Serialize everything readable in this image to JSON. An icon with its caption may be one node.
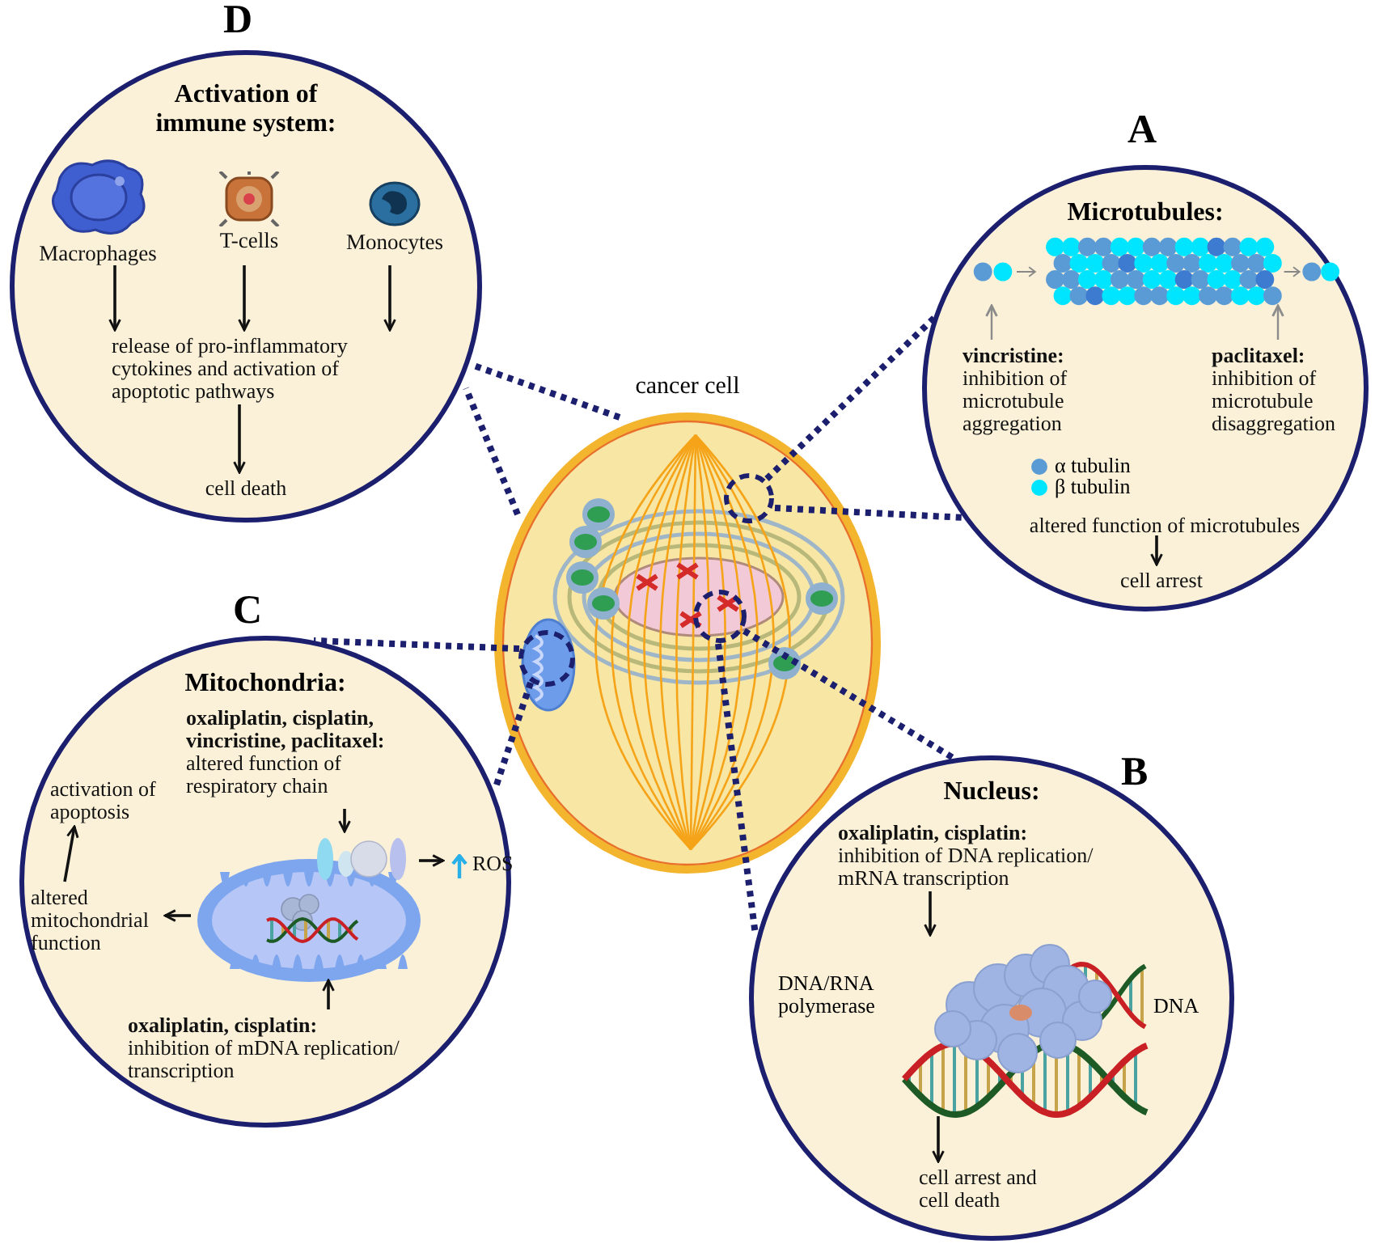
{
  "diagram": {
    "nodes": [
      {
        "text": [
          "cancer cell"
        ]
      },
      {
        "text": [],
        "shape": "circle",
        "in": 0
      },
      {
        "text": [],
        "shape": "circle",
        "in": 0
      },
      {
        "text": [],
        "shape": "circle",
        "in": 0
      },
      {
        "text": [
          "Microtubules:"
        ],
        "beside": [
          "A"
        ]
      },
      {
        "text": [],
        "shape": "picture",
        "in": 4
      },
      {
        "text": [
          "vincristine:",
          "inhibition of microtubule aggregation"
        ],
        "in": 4
      },
      {
        "text": [
          "paclitaxel:",
          "inhibition of microtubule disaggregation"
        ],
        "in": 4
      },
      {
        "text": [
          "altered function of microtubules"
        ],
        "in": 4
      },
      {
        "text": [
          "cell arrest"
        ],
        "in": 4
      },
      {
        "text": [
          "Nucleus:"
        ],
        "beside": [
          "B"
        ]
      },
      {
        "text": [
          "oxaliplatin, cisplatin:",
          "inhibition of DNA replication/ mRNA transcription"
        ],
        "in": 10
      },
      {
        "text": [],
        "shape": "picture",
        "in": 10,
        "beside": [
          "DNA/RNA polymerase",
          "DNA"
        ]
      },
      {
        "text": [
          "cell arrest and cell death"
        ],
        "in": 10
      },
      {
        "text": [
          "Mitochondria:"
        ],
        "beside": [
          "C"
        ]
      },
      {
        "text": [
          "oxaliplatin, cisplatin, vincristine, paclitaxel:",
          "altered function of respiratory chain"
        ],
        "in": 14
      },
      {
        "text": [],
        "shape": "picture",
        "in": 14
      },
      {
        "text": [
          "ROS"
        ],
        "in": 14
      },
      {
        "text": [
          "altered mitochondrial function"
        ],
        "in": 14
      },
      {
        "text": [
          "activation of apoptosis"
        ],
        "in": 14
      },
      {
        "text": [
          "oxaliplatin, cisplatin:",
          "inhibition of mDNA replication/ transcription"
        ],
        "in": 14
      },
      {
        "text": [
          "Activation of immune system:"
        ],
        "beside": [
          "D"
        ]
      },
      {
        "text": [
          "Macrophages"
        ],
        "in": 21
      },
      {
        "text": [
          "T-cells"
        ],
        "in": 21
      },
      {
        "text": [
          "Monocytes"
        ],
        "in": 21
      },
      {
        "text": [
          "release of pro-inflammatory cytokines and activation of apoptotic pathways"
        ],
        "in": 21
      },
      {
        "text": [
          "cell death"
        ],
        "in": 21
      }
    ],
    "edges": [
      {
        "from": 3,
        "to": 4,
        "arrow": "none",
        "style": "dashed",
        "color": "#1b1f6e"
      },
      {
        "from": 3,
        "to": 4,
        "arrow": "none",
        "style": "dashed",
        "color": "#1b1f6e"
      },
      {
        "from": 6,
        "to": 5,
        "arrow": "to",
        "color": "#8c8c8c"
      },
      {
        "from": 7,
        "to": 5,
        "arrow": "to",
        "color": "#8c8c8c"
      },
      {
        "from": 8,
        "to": 9,
        "arrow": "to"
      },
      {
        "from": 2,
        "to": 10,
        "arrow": "none",
        "style": "dashed",
        "color": "#1b1f6e"
      },
      {
        "from": 2,
        "to": 10,
        "arrow": "none",
        "style": "dashed",
        "color": "#1b1f6e"
      },
      {
        "from": 11,
        "to": 12,
        "arrow": "to"
      },
      {
        "from": 12,
        "to": 13,
        "arrow": "to"
      },
      {
        "from": 1,
        "to": 14,
        "arrow": "none",
        "style": "dashed",
        "color": "#1b1f6e"
      },
      {
        "from": 1,
        "to": 14,
        "arrow": "none",
        "style": "dashed",
        "color": "#1b1f6e"
      },
      {
        "from": 15,
        "to": 16,
        "arrow": "to"
      },
      {
        "from": 16,
        "to": 17,
        "arrow": "to"
      },
      {
        "from": 16,
        "to": 18,
        "arrow": "to"
      },
      {
        "from": 18,
        "to": 19,
        "arrow": "to"
      },
      {
        "from": 20,
        "to": 16,
        "arrow": "to"
      },
      {
        "from": 22,
        "to": 25,
        "arrow": "to"
      },
      {
        "from": 23,
        "to": 25,
        "arrow": "to"
      },
      {
        "from": 24,
        "to": 25,
        "arrow": "to"
      },
      {
        "from": 25,
        "to": 26,
        "arrow": "to"
      },
      {
        "from": 0,
        "to": 21,
        "arrow": "none",
        "style": "dashed",
        "color": "#1b1f6e"
      },
      {
        "from": 0,
        "to": 21,
        "arrow": "none",
        "style": "dashed",
        "color": "#1b1f6e"
      }
    ],
    "legend": [
      {
        "text": "α tubulin",
        "color": "#5b9bd5"
      },
      {
        "text": "β tubulin",
        "color": "#00e5ff"
      }
    ]
  }
}
